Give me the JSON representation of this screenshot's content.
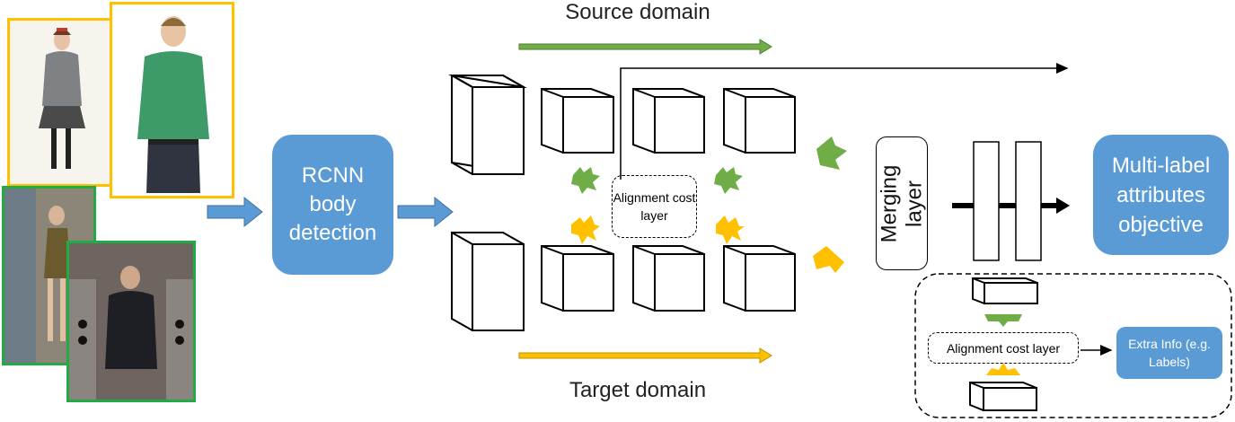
{
  "labels": {
    "source_domain": "Source domain",
    "target_domain": "Target domain",
    "rcnn": "RCNN body detection",
    "merging_layer": "Merging layer",
    "multilabel": "Multi-label attributes objective",
    "alignment_top": "Alignment cost layer",
    "alignment_bottom": "Alignment cost layer",
    "extra_info": "Extra Info (e.g. Labels)"
  },
  "colors": {
    "source_green": "#70ad47",
    "target_yellow": "#ffc000",
    "box_blue": "#5b9bd5",
    "line_black": "#000000"
  },
  "photos": [
    {
      "name": "source-photo-woman",
      "border": "#ffc000"
    },
    {
      "name": "source-photo-man",
      "border": "#ffc000"
    },
    {
      "name": "target-photo-woman-street",
      "border": "#22aa44"
    },
    {
      "name": "target-photo-man-turnstile",
      "border": "#22aa44"
    }
  ]
}
